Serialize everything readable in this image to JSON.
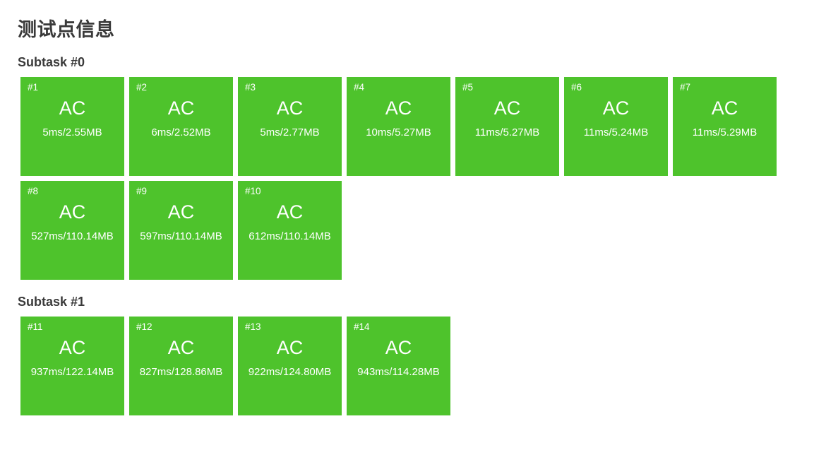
{
  "page": {
    "title": "测试点信息",
    "background_color": "#ffffff",
    "heading_color": "#3a3a3a",
    "status_colors": {
      "AC": "#4ec32c"
    }
  },
  "subtasks": [
    {
      "heading": "Subtask #0",
      "cases": [
        {
          "index": "#1",
          "status": "AC",
          "detail": "5ms/2.55MB"
        },
        {
          "index": "#2",
          "status": "AC",
          "detail": "6ms/2.52MB"
        },
        {
          "index": "#3",
          "status": "AC",
          "detail": "5ms/2.77MB"
        },
        {
          "index": "#4",
          "status": "AC",
          "detail": "10ms/5.27MB"
        },
        {
          "index": "#5",
          "status": "AC",
          "detail": "11ms/5.27MB"
        },
        {
          "index": "#6",
          "status": "AC",
          "detail": "11ms/5.24MB"
        },
        {
          "index": "#7",
          "status": "AC",
          "detail": "11ms/5.29MB"
        },
        {
          "index": "#8",
          "status": "AC",
          "detail": "527ms/110.14MB"
        },
        {
          "index": "#9",
          "status": "AC",
          "detail": "597ms/110.14MB"
        },
        {
          "index": "#10",
          "status": "AC",
          "detail": "612ms/110.14MB"
        }
      ]
    },
    {
      "heading": "Subtask #1",
      "cases": [
        {
          "index": "#11",
          "status": "AC",
          "detail": "937ms/122.14MB"
        },
        {
          "index": "#12",
          "status": "AC",
          "detail": "827ms/128.86MB"
        },
        {
          "index": "#13",
          "status": "AC",
          "detail": "922ms/124.80MB"
        },
        {
          "index": "#14",
          "status": "AC",
          "detail": "943ms/114.28MB"
        }
      ]
    }
  ]
}
